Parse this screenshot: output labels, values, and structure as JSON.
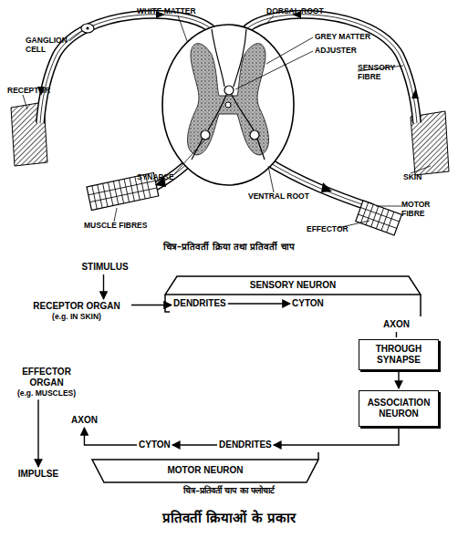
{
  "diagram": {
    "title": "प्रतिवर्ती क्रियाओं के प्रकार",
    "caption": "चित्र–प्रतिवर्ती क्रिया तथा प्रतिवर्ती चाप",
    "nodes": [
      {
        "text": [
          "STIMULUS"
        ]
      },
      {
        "text": [
          "RECEPTOR ORGAN",
          "(e.g. IN SKIN)"
        ]
      },
      {
        "text": [
          "SENSORY NEURON"
        ]
      },
      {
        "text": [
          "DENDRITES"
        ],
        "in": 2
      },
      {
        "text": [
          "CYTON"
        ],
        "in": 2
      },
      {
        "text": [
          "AXON"
        ]
      },
      {
        "text": [
          "THROUGH SYNAPSE"
        ]
      },
      {
        "text": [
          "ASSOCIATION NEURON"
        ]
      },
      {
        "text": [
          "MOTOR NEURON"
        ]
      },
      {
        "text": [
          "DENDRITES"
        ],
        "in": 8
      },
      {
        "text": [
          "CYTON"
        ],
        "in": 8
      },
      {
        "text": [
          "AXON"
        ]
      },
      {
        "text": [
          "EFFECTOR ORGAN",
          "(e.g. MUSCLES)"
        ]
      },
      {
        "text": [
          "IMPULSE"
        ]
      }
    ],
    "edges": [
      {
        "from": 0,
        "to": 1,
        "arrow": "to"
      },
      {
        "from": 1,
        "to": 3,
        "arrow": "to"
      },
      {
        "from": 3,
        "to": 4,
        "arrow": "to"
      },
      {
        "from": 5,
        "to": 6,
        "arrow": "none"
      },
      {
        "from": 6,
        "to": 7,
        "arrow": "to"
      },
      {
        "from": 7,
        "to": 9,
        "arrow": "to"
      },
      {
        "from": 9,
        "to": 10,
        "arrow": "to"
      },
      {
        "from": 10,
        "to": 11,
        "arrow": "to"
      },
      {
        "from": 12,
        "to": 13,
        "arrow": "to"
      }
    ],
    "labels": [
      "WHITE MATTER",
      "DORSAL ROOT",
      "GANGLION CELL",
      "GREY MATTER",
      "ADJUSTER",
      "RECEPTOR",
      "SENSORY FIBRE",
      "SYNAPSE",
      "SKIN",
      "VENTRAL ROOT",
      "MOTOR FIBRE",
      "MUSCLE FIBRES",
      "EFFECTOR",
      "चित्र–प्रतिवर्ती चाप का फ्लोचार्ट"
    ]
  }
}
